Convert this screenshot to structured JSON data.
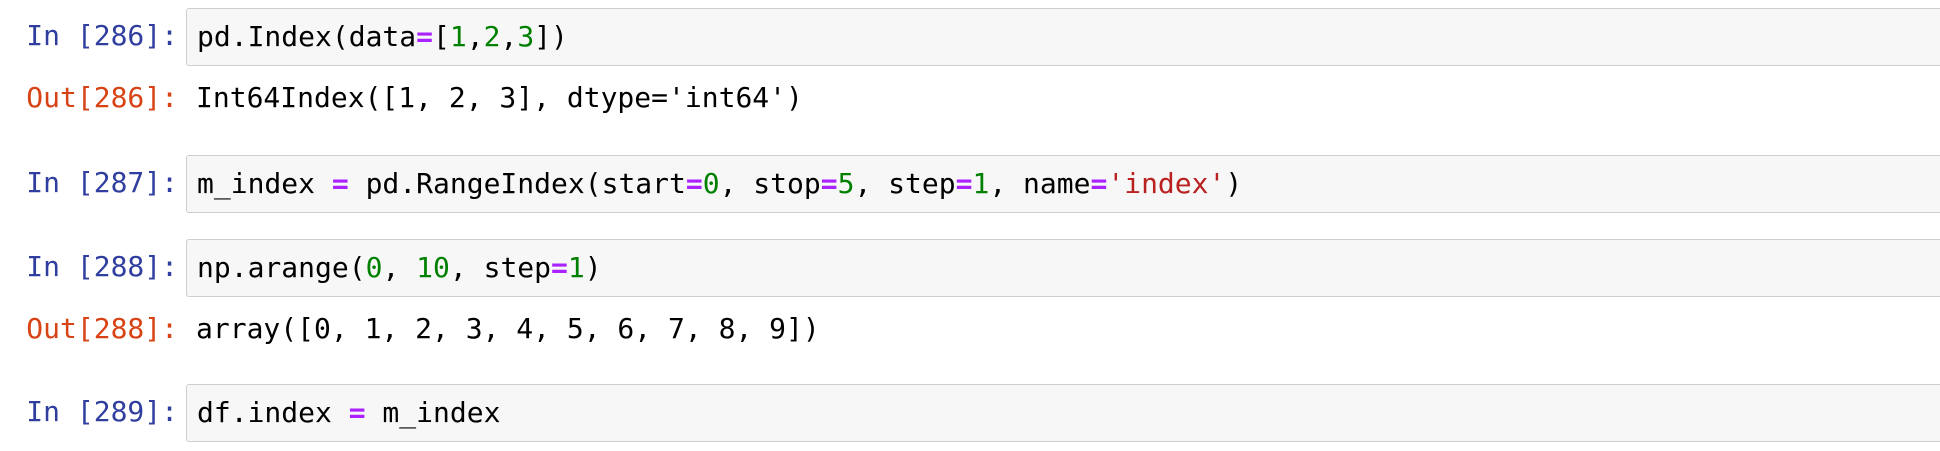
{
  "colors": {
    "prompt_in": "#303F9F",
    "prompt_out": "#D84315",
    "operator": "#AA22FF",
    "number": "#008000",
    "string": "#BA2121",
    "cell_background": "#f7f7f7",
    "cell_border": "#cfcfcf"
  },
  "cells": [
    {
      "in_prompt": "In [286]:",
      "code": [
        "pd.Index(data",
        "=",
        "[",
        "1",
        ",",
        "2",
        ",",
        "3",
        "])"
      ],
      "out_prompt": "Out[286]:",
      "output": "Int64Index([1, 2, 3], dtype='int64')"
    },
    {
      "in_prompt": "In [287]:",
      "code": [
        "m_index ",
        "=",
        " pd.RangeIndex(start",
        "=",
        "0",
        ", stop",
        "=",
        "5",
        ", step",
        "=",
        "1",
        ", name",
        "=",
        "'index'",
        ")"
      ]
    },
    {
      "in_prompt": "In [288]:",
      "code": [
        "np.arange(",
        "0",
        ", ",
        "10",
        ", step",
        "=",
        "1",
        ")"
      ],
      "out_prompt": "Out[288]:",
      "output": "array([0, 1, 2, 3, 4, 5, 6, 7, 8, 9])"
    },
    {
      "in_prompt": "In [289]:",
      "code": [
        "df.index ",
        "=",
        " m_index"
      ]
    }
  ]
}
